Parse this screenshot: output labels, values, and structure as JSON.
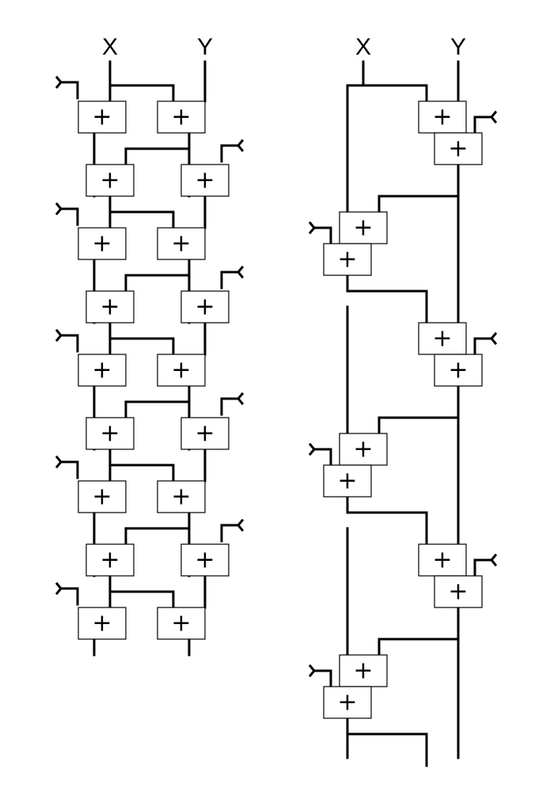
{
  "diagram": {
    "left_network": {
      "input_x_label": "X",
      "input_y_label": "Y",
      "adder_symbol": "+"
    },
    "right_network": {
      "input_x_label": "X",
      "input_y_label": "Y",
      "adder_symbol": "+"
    },
    "colors": {
      "line": "#000000",
      "box_fill": "#ffffff"
    }
  }
}
